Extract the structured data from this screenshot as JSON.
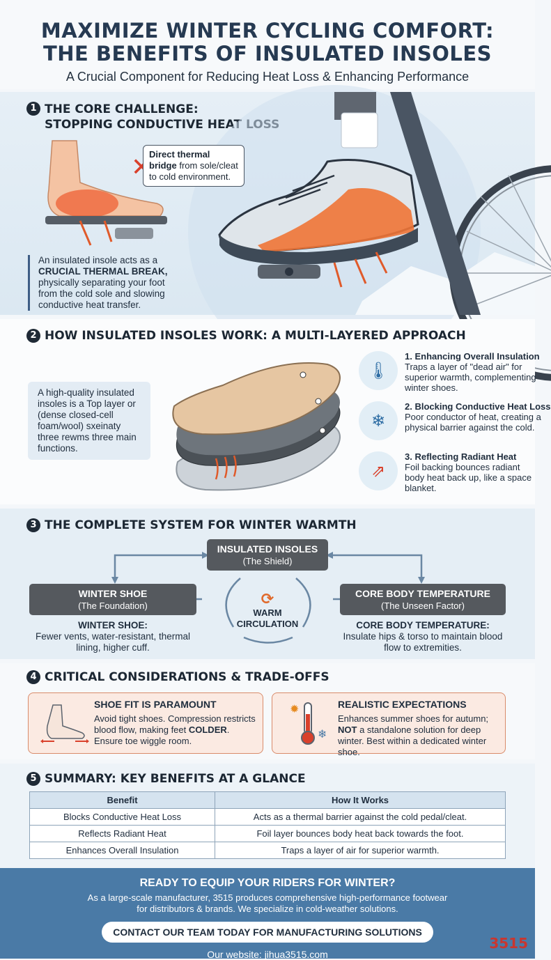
{
  "header": {
    "title_line1": "MAXIMIZE WINTER CYCLING COMFORT:",
    "title_line2": "THE BENEFITS OF INSULATED INSOLES",
    "subtitle": "A Crucial Component for Reducing Heat Loss & Enhancing Performance"
  },
  "s1": {
    "num": "1",
    "title_line1": "THE CORE CHALLENGE:",
    "title_line2": "STOPPING CONDUCTIVE HEAT LOSS",
    "callout_bold": "Direct thermal bridge",
    "callout_rest": " from sole/cleat to cold environment.",
    "text_a": "An insulated insole acts as a ",
    "text_bold": "CRUCIAL THERMAL BREAK,",
    "text_b": " physically separating your foot from the cold sole and slowing conductive heat transfer."
  },
  "s2": {
    "num": "2",
    "title": "HOW INSULATED INSOLES WORK: A MULTI-LAYERED APPROACH",
    "box": "A high-quality insulated insoles is a Top layer or (dense closed-cell foam/wool) sxeinaty three rewms three main functions.",
    "features": [
      {
        "title": "1. Enhancing Overall Insulation",
        "desc": "Traps a layer of \"dead air\" for superior warmth, complementing winter shoes.",
        "icon": "thermometer-icon"
      },
      {
        "title": "2. Blocking Conductive Heat Loss",
        "desc": "Poor conductor of heat, creating a physical barrier against the cold.",
        "icon": "shield-snowflake-icon"
      },
      {
        "title": "3. Reflecting Radiant Heat",
        "desc": "Foil backing bounces radiant body heat back up, like a space blanket.",
        "icon": "heat-arrows-icon"
      }
    ]
  },
  "s3": {
    "num": "3",
    "title": "THE COMPLETE SYSTEM FOR WINTER WARMTH",
    "top_box": {
      "title": "INSULATED INSOLES",
      "sub": "(The Shield)"
    },
    "left_box": {
      "title": "WINTER SHOE",
      "sub": "(The Foundation)"
    },
    "right_box": {
      "title": "CORE BODY TEMPERATURE",
      "sub": "(The Unseen Factor)"
    },
    "center": "WARM CIRCULATION",
    "left_desc_title": "WINTER SHOE:",
    "left_desc": "Fewer vents, water-resistant, thermal lining, higher cuff.",
    "right_desc_title": "CORE BODY TEMPERATURE:",
    "right_desc": "Insulate hips & torso to maintain blood flow to extremities."
  },
  "s4": {
    "num": "4",
    "title": "CRITICAL CONSIDERATIONS & TRADE-OFFS",
    "card1": {
      "title": "SHOE FIT IS PARAMOUNT",
      "desc_a": "Avoid tight shoes. Compression restricts blood flow, making feet ",
      "desc_bold": "COLDER",
      "desc_b": ". Ensure toe wiggle room."
    },
    "card2": {
      "title": "REALISTIC EXPECTATIONS",
      "desc_a": "Enhances summer shoes for autumn; ",
      "desc_bold": "NOT",
      "desc_b": " a standalone solution for deep winter. Best within a dedicated winter shoe."
    }
  },
  "s5": {
    "num": "5",
    "title": "SUMMARY: KEY BENEFITS AT A GLANCE",
    "headers": [
      "Benefit",
      "How It Works"
    ],
    "rows": [
      [
        "Blocks Conductive Heat Loss",
        "Acts as a thermal barrier against the cold pedal/cleat."
      ],
      [
        "Reflects Radiant Heat",
        "Foil layer bounces body heat back towards the foot."
      ],
      [
        "Enhances Overall Insulation",
        "Traps a layer of air for superior warmth."
      ]
    ]
  },
  "footer": {
    "heading": "READY TO EQUIP YOUR RIDERS FOR WINTER?",
    "desc_line1": "As a large-scale manufacturer, 3515 produces comprehensive high-performance footwear",
    "desc_line2": "for distributors & brands. We specialize in cold-weather solutions.",
    "button": "CONTACT OUR TEAM TODAY FOR MANUFACTURING SOLUTIONS",
    "website": "Our website: jihua3515.com",
    "logo": "3515"
  },
  "colors": {
    "accent": "#4a7aa6",
    "heat": "#e8562b",
    "dark": "#263a52",
    "box": "#55595e"
  }
}
